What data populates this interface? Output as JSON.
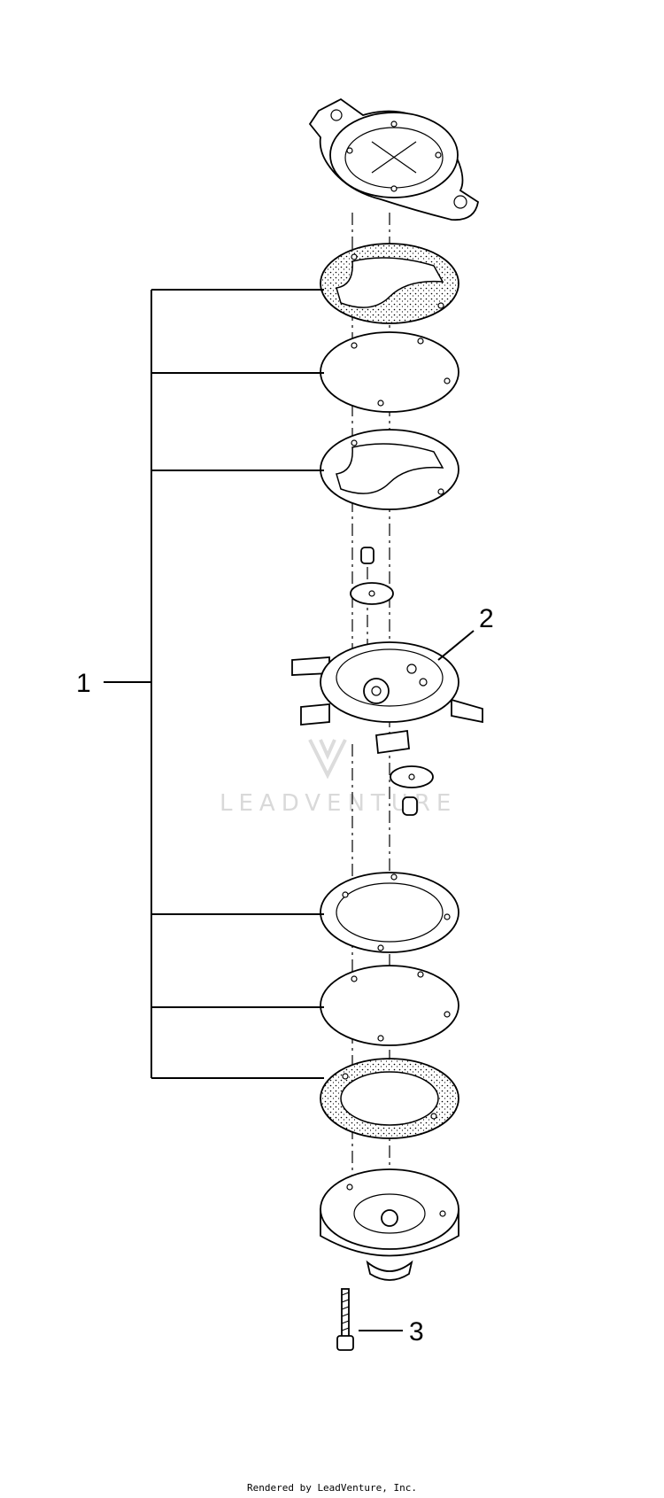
{
  "diagram": {
    "callouts": [
      {
        "id": "1",
        "label": "1"
      },
      {
        "id": "2",
        "label": "2"
      },
      {
        "id": "3",
        "label": "3"
      }
    ],
    "watermark": "LEADVENTURE",
    "footer": "Rendered by LeadVenture, Inc."
  }
}
